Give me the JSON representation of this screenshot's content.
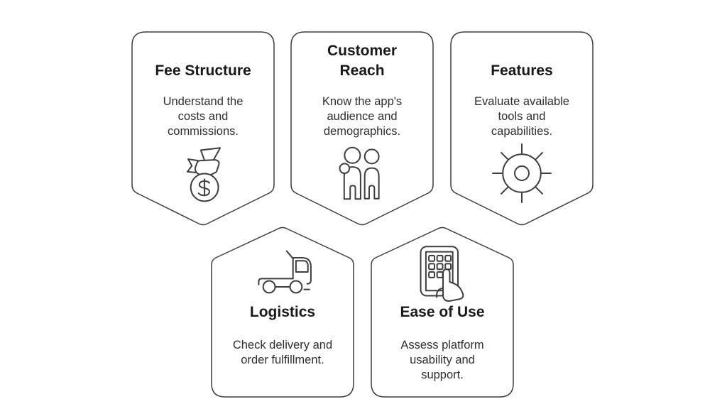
{
  "canvas": {
    "background_color": "#ffffff",
    "outline_color": "#3d3d3d",
    "title_color": "#191919",
    "body_color": "#2e2e2e"
  },
  "cards": [
    {
      "id": "fee-structure",
      "title": "Fee Structure",
      "description": "Understand the\ncosts and\ncommissions.",
      "icon": "money-bag-icon",
      "shape": "badge-point-down",
      "row": "top"
    },
    {
      "id": "customer-reach",
      "title": "Customer\nReach",
      "description": "Know the app's\naudience and\ndemographics.",
      "icon": "two-people-icon",
      "shape": "badge-point-down",
      "row": "top"
    },
    {
      "id": "features",
      "title": "Features",
      "description": "Evaluate available\ntools and\ncapabilities.",
      "icon": "sun-gear-icon",
      "shape": "badge-point-down",
      "row": "top"
    },
    {
      "id": "logistics",
      "title": "Logistics",
      "description": "Check delivery and\norder fulfillment.",
      "icon": "truck-icon",
      "shape": "badge-point-up",
      "row": "bottom"
    },
    {
      "id": "ease-of-use",
      "title": "Ease of Use",
      "description": "Assess platform\nusability and\nsupport.",
      "icon": "keypad-touch-icon",
      "shape": "badge-point-up",
      "row": "bottom"
    }
  ]
}
